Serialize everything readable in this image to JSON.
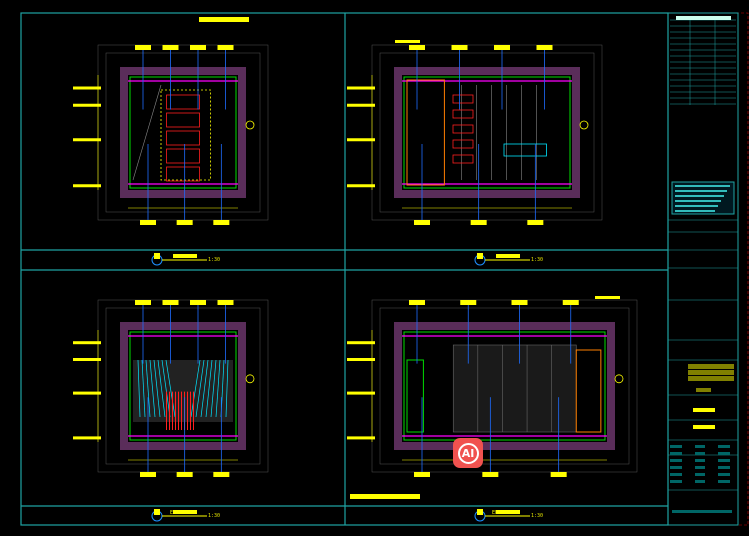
{
  "drawing": {
    "panels": [
      {
        "id": "top-left",
        "scale": "1:30",
        "title": ""
      },
      {
        "id": "top-right",
        "scale": "1:30",
        "title": ""
      },
      {
        "id": "bottom-left",
        "scale": "1:30",
        "title": "ELEVATION"
      },
      {
        "id": "bottom-right",
        "scale": "1:30",
        "title": "ELEVATION"
      }
    ],
    "colors": {
      "frame": "#1fa3a3",
      "outer_frame": "#cc0000",
      "wall": "#5a2d5a",
      "label": "#ffff00",
      "leader": "#1e6cff",
      "green": "#00dd00",
      "magenta": "#ff00ff",
      "orange": "#ff7f00",
      "cyan": "#00e5ff",
      "red": "#ff2020"
    }
  },
  "badge": {
    "text": "AI",
    "color": "#f0524f"
  }
}
